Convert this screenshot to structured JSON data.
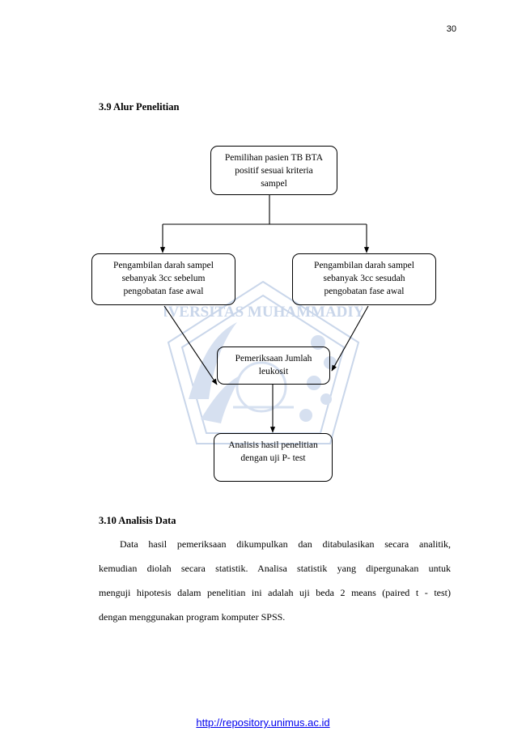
{
  "page": {
    "number": "30"
  },
  "section_flow": {
    "heading": "3.9 Alur Penelitian",
    "boxes": {
      "selection": "Pemilihan pasien TB BTA positif sesuai kriteria sampel",
      "before": "Pengambilan darah sampel sebanyak 3cc sebelum pengobatan fase awal",
      "after": "Pengambilan darah sampel sebanyak 3cc sesudah pengobatan fase awal",
      "exam": "Pemeriksaan Jumlah leukosit",
      "analysis": "Analisis hasil penelitian dengan uji  P- test"
    }
  },
  "section_analysis": {
    "heading": "3.10 Analisis Data",
    "lines": [
      "Data hasil pemeriksaan dikumpulkan dan ditabulasikan secara analitik,",
      "kemudian diolah secara statistik. Analisa statistik yang dipergunakan untuk",
      "menguji hipotesis dalam penelitian ini adalah uji beda 2 means (paired t - test)",
      "dengan menggunakan program komputer SPSS."
    ]
  },
  "watermark": {
    "text": "UNIVERSITAS MUHAMMADIYAH"
  },
  "footer": {
    "link": "http://repository.unimus.ac.id"
  },
  "colors": {
    "watermark": "#c9d6ea",
    "link": "#0000ee"
  }
}
